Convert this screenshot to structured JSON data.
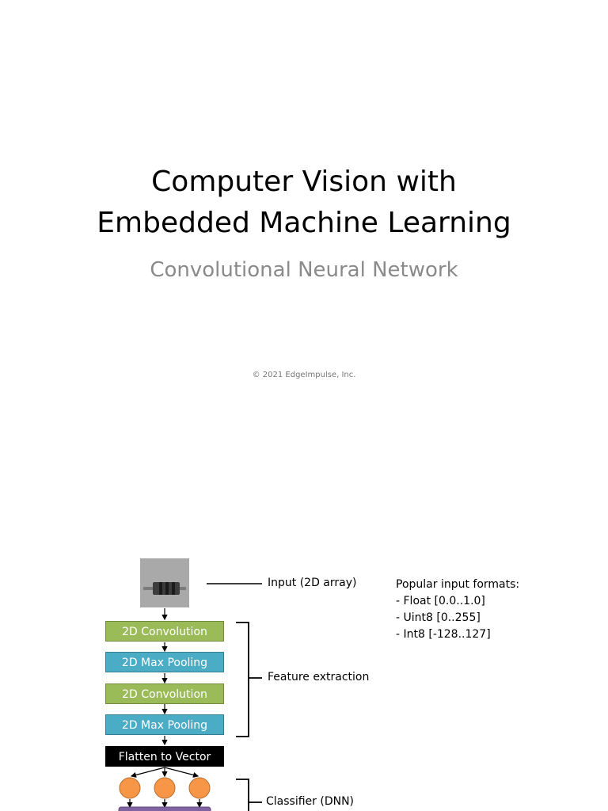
{
  "slide1": {
    "title_line1": "Computer Vision with",
    "title_line2": "Embedded Machine Learning",
    "subtitle": "Convolutional Neural Network",
    "copyright": "© 2021 EdgeImpulse, Inc."
  },
  "slide2": {
    "input_label": "Input (2D array)",
    "formats_heading": "Popular input formats:",
    "formats": [
      "- Float [0.0..1.0]",
      "- Uint8 [0..255]",
      "- Int8 [-128..127]"
    ],
    "layers": [
      "2D Convolution",
      "2D Max Pooling",
      "2D Convolution",
      "2D Max Pooling",
      "Flatten to Vector"
    ],
    "feature_label": "Feature extraction",
    "classifier_label": "Classifier (DNN)"
  },
  "colors": {
    "conv": "#9bbb59",
    "pool": "#4bacc6",
    "neuron": "#f79646",
    "output": "#8064a2"
  }
}
